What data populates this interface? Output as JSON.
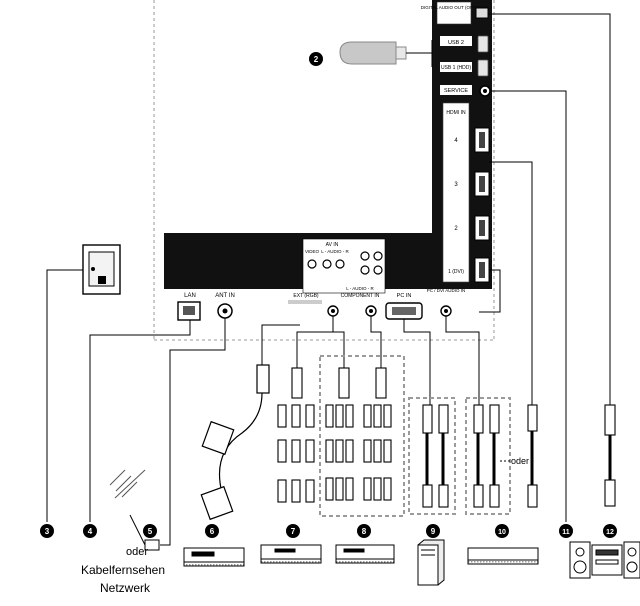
{
  "tv_panel": {
    "side_ports": {
      "optical": "DIGITAL AUDIO OUT (OPTICAL)",
      "usb2": "USB 2",
      "usb1": "USB 1 (HDD)",
      "service": "SERVICE",
      "hdmi_in": "HDMI IN",
      "hdmi_numbers": [
        "4",
        "3",
        "2",
        "1 (DVI)"
      ]
    },
    "bottom_ports": {
      "lan": "LAN",
      "ant_in": "ANT IN",
      "av_in": "AV IN",
      "av_video": "VIDEO",
      "av_audio": "L - AUDIO - R",
      "ext_rgb": "EXT (RGB)",
      "component_in": "COMPONENT IN",
      "component_audio": "L - AUDIO - R",
      "pc_in": "PC IN",
      "pc_dvi_audio_in": "PC / DVI AUDIO IN"
    }
  },
  "usb_stick_number": "2",
  "or_label": "oder",
  "cable_network_label": "Kabelfernsehen",
  "network_label": "Netzwerk",
  "device_numbers": [
    "3",
    "4",
    "5",
    "6",
    "7",
    "8",
    "9",
    "10",
    "11",
    "12"
  ]
}
